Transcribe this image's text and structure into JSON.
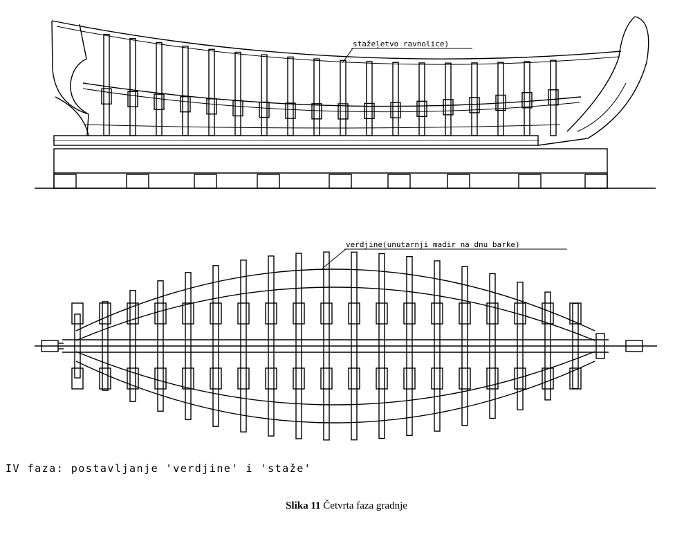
{
  "diagram": {
    "side_view_label": "stažeļetvo ravnolice)",
    "plan_view_label": "verdjine(unutarnji madir na dnu barke)"
  },
  "stage_caption": "IV faza: postavljanje 'verdjine' i 'staže'",
  "figure_caption": {
    "number": "Slika 11",
    "text": "Četvrta faza gradnje"
  }
}
